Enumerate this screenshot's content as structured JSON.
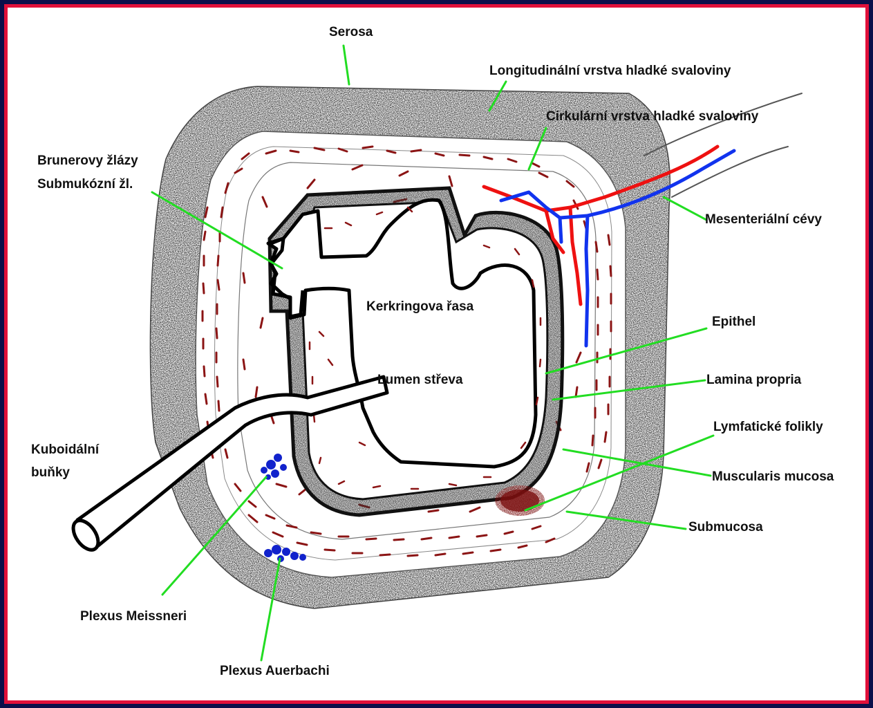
{
  "labels": {
    "serosa": "Serosa",
    "longitudinal": "Longitudinální vrstva hladké svaloviny",
    "circular": "Cirkulární vrstva hladké svaloviny",
    "brunner1": "Brunerovy žlázy",
    "brunner2": "Submukózní žl.",
    "mesenteric": "Mesenteriální cévy",
    "kerckring": "Kerkringova řasa",
    "epithel": "Epithel",
    "lumen": "Lumen střeva",
    "lamina": "Lamina propria",
    "lymph": "Lymfatické folikly",
    "cuboid1": "Kuboidální",
    "cuboid2": "buňky",
    "muscularis": "Muscularis mucosa",
    "submucosa": "Submucosa",
    "meissner": "Plexus Meissneri",
    "auerbach": "Plexus Auerbachi"
  },
  "colors": {
    "leader": "#22dd22",
    "artery": "#ee1111",
    "vein": "#1133ee",
    "muscle": "#8b1414",
    "stipple": "#111111",
    "plexus": "#1122cc",
    "frame_outer": "#0b0f4a",
    "frame_inner": "#e0103a"
  }
}
